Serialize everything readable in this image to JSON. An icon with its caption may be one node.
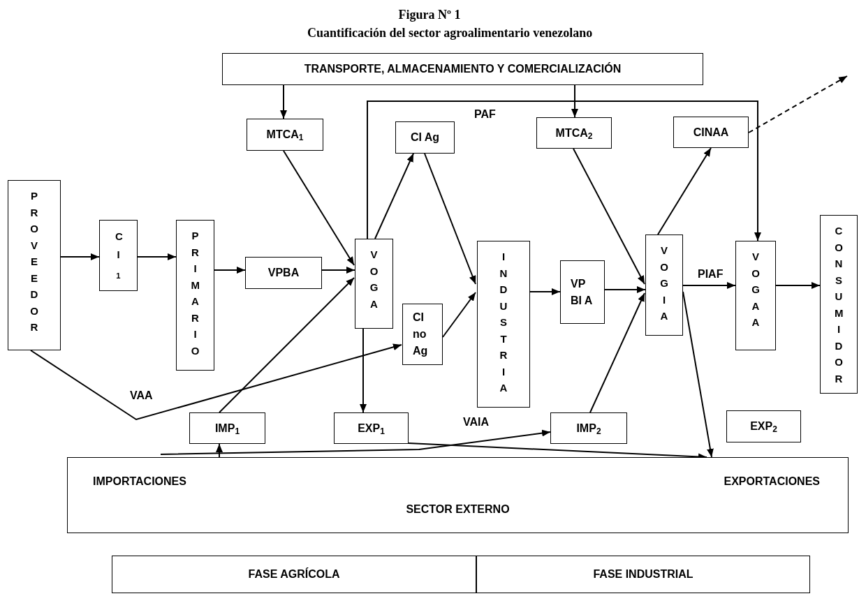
{
  "diagram": {
    "title": "Figura Nº 1",
    "nodes": [
      {
        "text": [
          "TRANSPORTE, ALMACENAMIENTO Y COMERCIALIZACIÓN"
        ]
      },
      {
        "text": [
          "MTCA$_{1}$"
        ]
      },
      {
        "text": [
          "CI Ag"
        ]
      },
      {
        "text": [
          "MTCA$_{2}$"
        ]
      },
      {
        "text": [
          "CINAA"
        ]
      },
      {
        "text": [
          "PROVEEDOR"
        ]
      },
      {
        "text": [
          "CI$_{1}$"
        ]
      },
      {
        "text": [
          "PRIMARIO"
        ]
      },
      {
        "text": [
          "VPBA"
        ]
      },
      {
        "text": [
          "VOGA"
        ]
      },
      {
        "text": [
          "CI no Ag"
        ]
      },
      {
        "text": [
          "INDUSTRIA"
        ]
      },
      {
        "text": [
          "VP BI A"
        ]
      },
      {
        "text": [
          "VOGIA"
        ]
      },
      {
        "text": [
          "VOGAA"
        ]
      },
      {
        "text": [
          "CONSUMIDOR"
        ]
      },
      {
        "text": [
          "IMP$_{1}$"
        ]
      },
      {
        "text": [
          "EXP$_{1}$"
        ]
      },
      {
        "text": [
          "IMP$_{2}$"
        ]
      },
      {
        "text": [
          "EXP$_{2}$"
        ]
      },
      {
        "text": [
          "IMPORTACIONES",
          "EXPORTACIONES",
          "SECTOR EXTERNO"
        ]
      },
      {
        "text": [
          "FASE AGRÍCOLA"
        ]
      },
      {
        "text": [
          "FASE INDUSTRIAL"
        ]
      }
    ],
    "edges": [
      {
        "from": 0,
        "to": 1,
        "arrow": "to"
      },
      {
        "from": 0,
        "to": 3,
        "arrow": "to"
      },
      {
        "from": 5,
        "to": 6,
        "arrow": "to"
      },
      {
        "from": 6,
        "to": 7,
        "arrow": "to"
      },
      {
        "from": 7,
        "to": 8,
        "arrow": "to"
      },
      {
        "from": 8,
        "to": 9,
        "arrow": "to"
      },
      {
        "from": 1,
        "to": 9,
        "arrow": "to"
      },
      {
        "from": 16,
        "to": 9,
        "arrow": "to"
      },
      {
        "from": 9,
        "to": 2,
        "arrow": "to"
      },
      {
        "from": 9,
        "to": 14,
        "arrow": "to",
        "label": "PAF"
      },
      {
        "from": 2,
        "to": 11,
        "arrow": "to"
      },
      {
        "from": 10,
        "to": 11,
        "arrow": "to"
      },
      {
        "from": 5,
        "to": 10,
        "arrow": "to",
        "label": "VAA"
      },
      {
        "from": 9,
        "to": 17,
        "arrow": "to"
      },
      {
        "from": 11,
        "to": 12,
        "arrow": "to"
      },
      {
        "from": 12,
        "to": 13,
        "arrow": "to"
      },
      {
        "from": 3,
        "to": 13,
        "arrow": "to"
      },
      {
        "from": 18,
        "to": 13,
        "arrow": "to"
      },
      {
        "from": 13,
        "to": 4,
        "arrow": "to"
      },
      {
        "from": 4,
        "to": null,
        "arrow": "to",
        "style": "dashed"
      },
      {
        "from": 13,
        "to": 14,
        "arrow": "to",
        "label": "PIAF"
      },
      {
        "from": 14,
        "to": 15,
        "arrow": "to"
      },
      {
        "from": 13,
        "to": 20,
        "arrow": "to"
      },
      {
        "from": 17,
        "to": 20,
        "arrow": "to"
      },
      {
        "from": 20,
        "to": 16,
        "arrow": "to"
      },
      {
        "from": 20,
        "to": 18,
        "arrow": "to",
        "label": "VAIA"
      }
    ],
    "labels": [
      "Cuantificación del sector agroalimentario venezolano"
    ]
  }
}
